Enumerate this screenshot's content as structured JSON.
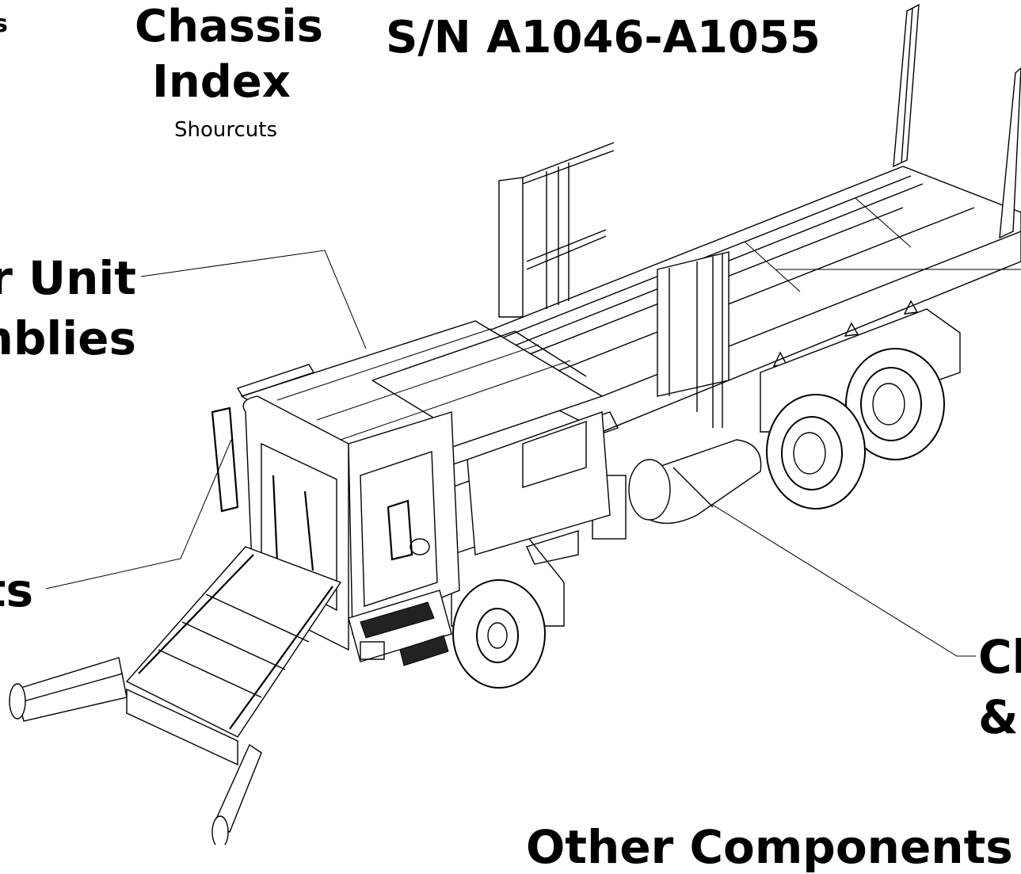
{
  "title": {
    "line1": "Chassis",
    "line2": "Index",
    "subtitle": "Shourcuts"
  },
  "serial": "S/N A1046-A1055",
  "callouts": {
    "corner_fragment": "s",
    "power_unit": {
      "line1": "r Unit",
      "line2": "nblies"
    },
    "cab": "ts",
    "chassis": {
      "line1": "Cl",
      "line2": "& "
    },
    "other": "Other Components"
  },
  "colors": {
    "ink": "#000000",
    "background": "#ffffff"
  }
}
